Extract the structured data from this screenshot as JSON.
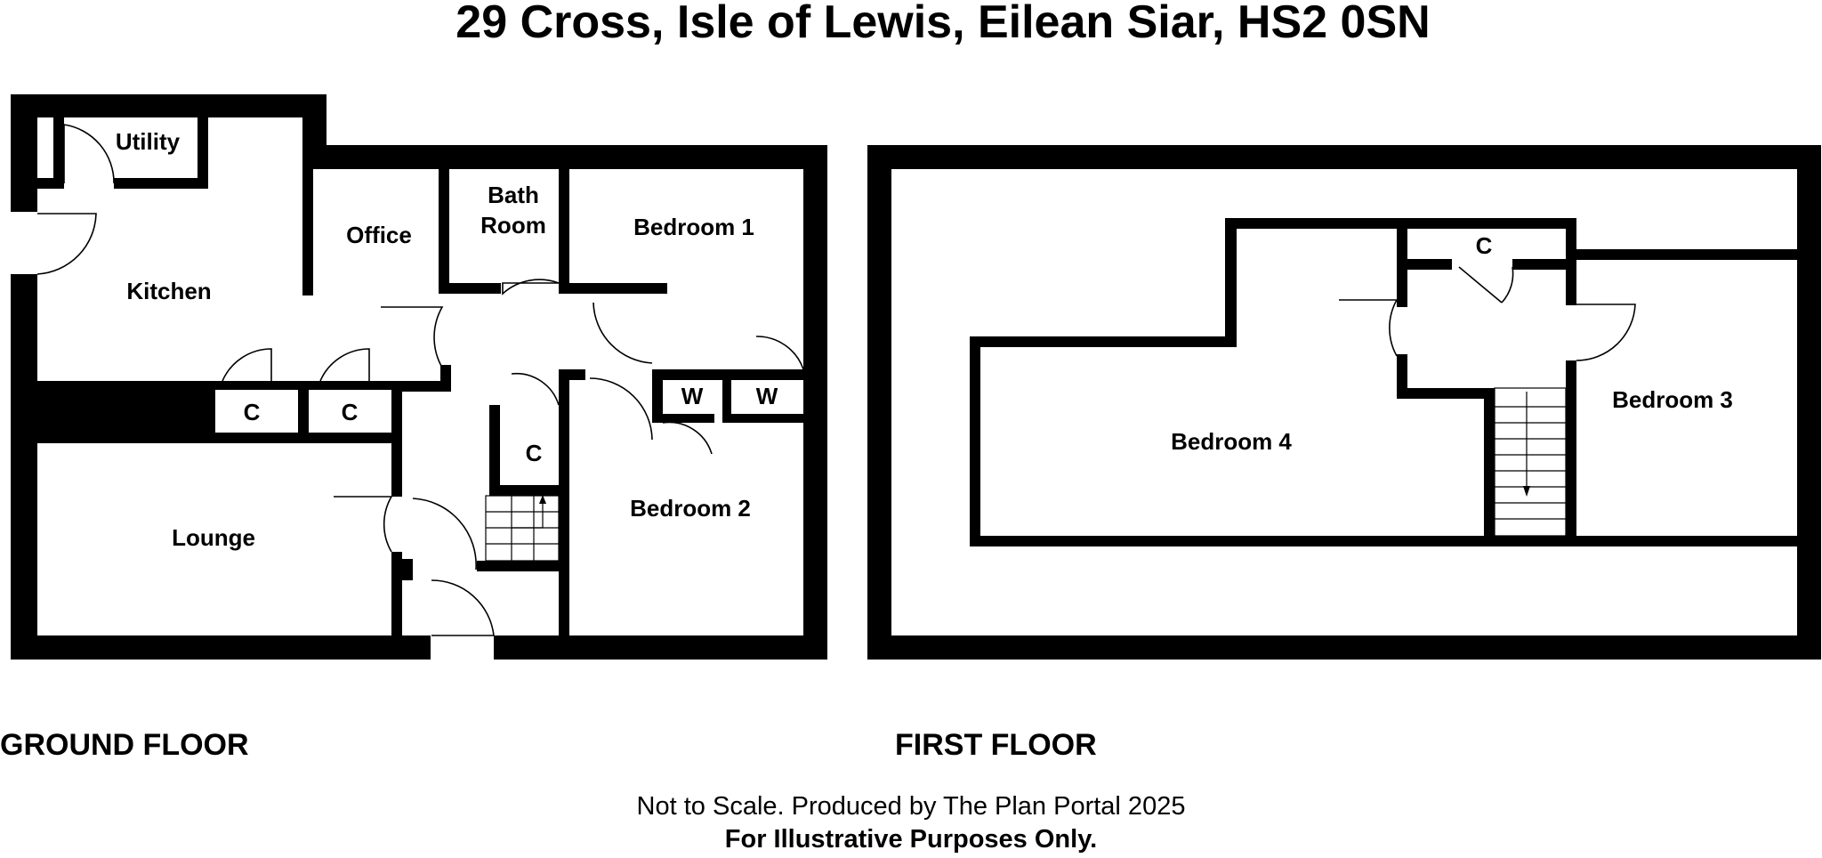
{
  "title": "29 Cross, Isle of Lewis, Eilean Siar, HS2 0SN",
  "floors": {
    "ground": {
      "label": "GROUND FLOOR",
      "rooms": {
        "utility": "Utility",
        "kitchen": "Kitchen",
        "office": "Office",
        "bathroom_line1": "Bath",
        "bathroom_line2": "Room",
        "bedroom1": "Bedroom 1",
        "lounge": "Lounge",
        "bedroom2": "Bedroom 2",
        "cupboard_a": "C",
        "cupboard_b": "C",
        "cupboard_c": "C",
        "wardrobe_a": "W",
        "wardrobe_b": "W"
      }
    },
    "first": {
      "label": "FIRST FLOOR",
      "rooms": {
        "bedroom4": "Bedroom 4",
        "bedroom3": "Bedroom 3",
        "cupboard": "C"
      }
    }
  },
  "footer": {
    "line1": "Not to Scale. Produced by The Plan Portal 2025",
    "line2": "For Illustrative Purposes Only."
  }
}
